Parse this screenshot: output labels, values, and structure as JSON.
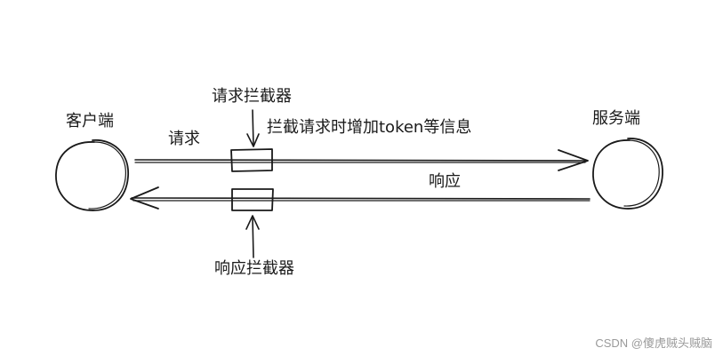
{
  "nodes": {
    "client": "客户端",
    "server": "服务端"
  },
  "interceptors": {
    "request": "请求拦截器",
    "response": "响应拦截器"
  },
  "arrows": {
    "request": "请求",
    "response": "响应"
  },
  "note": "拦截请求时增加token等信息",
  "watermark": "CSDN @傻虎贼头贼脑",
  "colors": {
    "ink": "#1a1a1a",
    "watermark": "#9a9a9a",
    "background": "#ffffff"
  }
}
